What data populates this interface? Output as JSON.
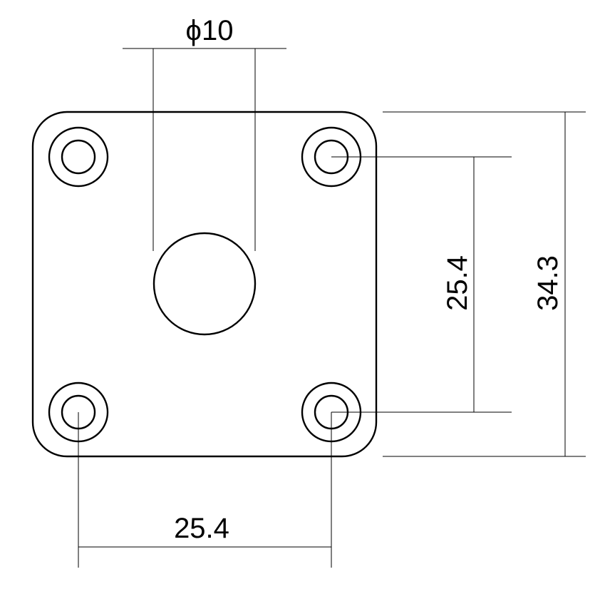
{
  "dimensions": {
    "hole_diameter": "ϕ10",
    "vertical_hole_spacing": "25.4",
    "overall_height": "34.3",
    "horizontal_hole_spacing": "25.4"
  },
  "colors": {
    "line": "#000000",
    "background": "#ffffff"
  }
}
